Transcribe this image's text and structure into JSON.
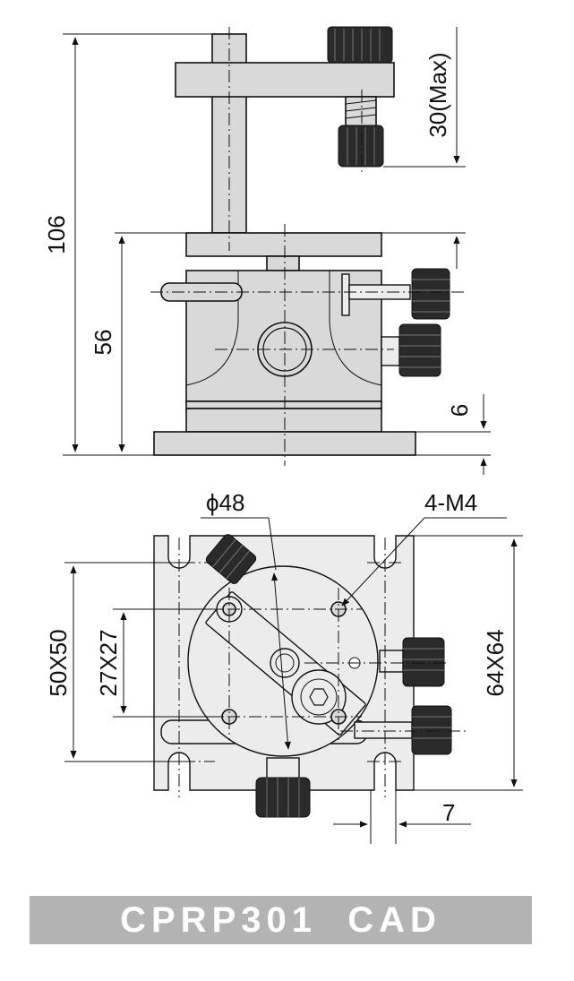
{
  "title": "CPRP301  CAD",
  "dimensions": {
    "overall_height": "106",
    "travel": "30(Max)",
    "body_height": "56",
    "base_thickness": "6",
    "diameter": "ϕ48",
    "mounting_holes": "4-M4",
    "table_size": "50X50",
    "hole_pitch": "27X27",
    "base_size": "64X64",
    "slot_offset": "7"
  },
  "colors": {
    "title_bar": "#b3b3b3",
    "title_text": "#ffffff",
    "line": "#111111",
    "part_fill": "#d9d9d9"
  }
}
